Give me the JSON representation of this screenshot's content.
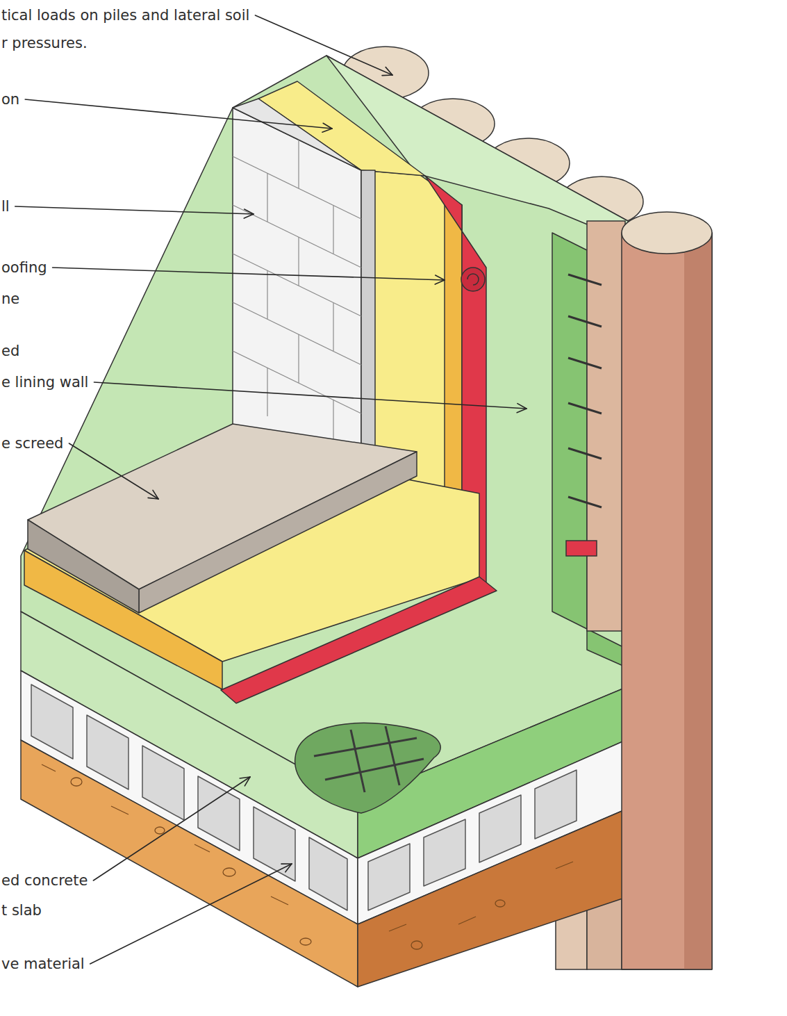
{
  "diagram": {
    "labels": [
      "tical loads on piles and lateral soil",
      "r pressures.",
      "on",
      "ll",
      "oofing",
      "ne",
      "ed",
      "e lining wall",
      "e screed",
      "ed concrete",
      "t slab",
      "ve material"
    ]
  }
}
